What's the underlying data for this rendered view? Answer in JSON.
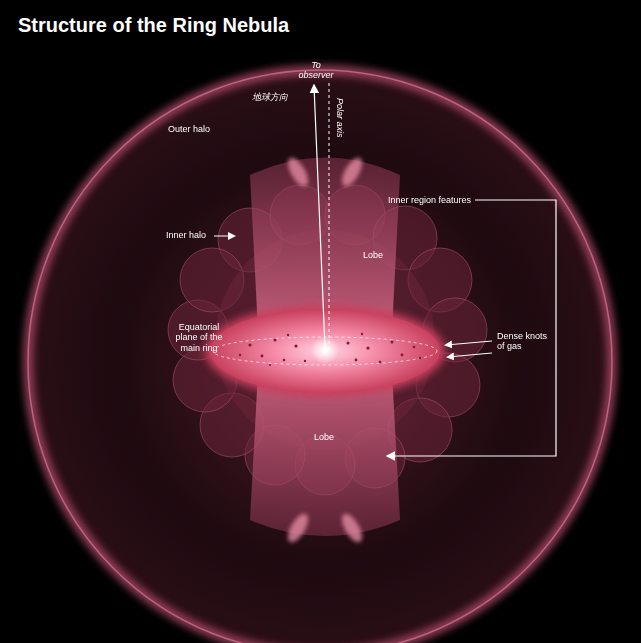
{
  "diagram": {
    "title": "Structure of the Ring Nebula",
    "labels": [
      "Outer halo",
      "Inner halo",
      "Lobe",
      "Lobe",
      "Equatorial plane of the main ring",
      "Dense knots of gas",
      "Inner region features",
      "To observer",
      "地球方向",
      "Polar axis"
    ]
  }
}
